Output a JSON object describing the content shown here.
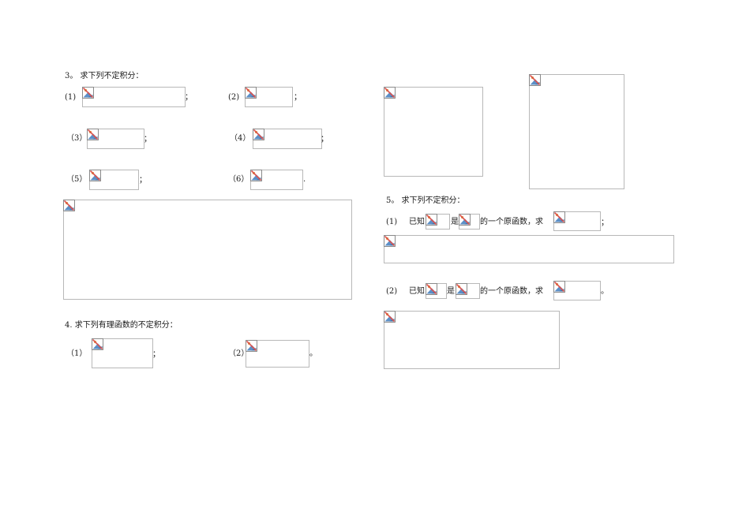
{
  "section3": {
    "heading": "3。 求下列不定积分：",
    "items": [
      {
        "label": "(1)",
        "end": "；"
      },
      {
        "label": "(2)",
        "end": "；"
      },
      {
        "label": "（3）",
        "end": "；"
      },
      {
        "label": "（4）",
        "end": "；"
      },
      {
        "label": "（5）",
        "end": "；"
      },
      {
        "label": "（6）",
        "end": "."
      }
    ]
  },
  "section4": {
    "heading": "4.  求下列有理函数的不定积分：",
    "items": [
      {
        "label": "（1）",
        "end": "；"
      },
      {
        "label": "（2）",
        "end": "。"
      }
    ]
  },
  "section5": {
    "heading": "5。 求下列不定积分：",
    "items": [
      {
        "label": "(1)",
        "known": "已知",
        "is": "是",
        "desc": "的一个原函数，求",
        "end": "；"
      },
      {
        "label": "(2)",
        "known": "已知",
        "is": "是",
        "desc": "的一个原函数，求",
        "end": "。"
      }
    ]
  },
  "icon": "broken-image-icon"
}
